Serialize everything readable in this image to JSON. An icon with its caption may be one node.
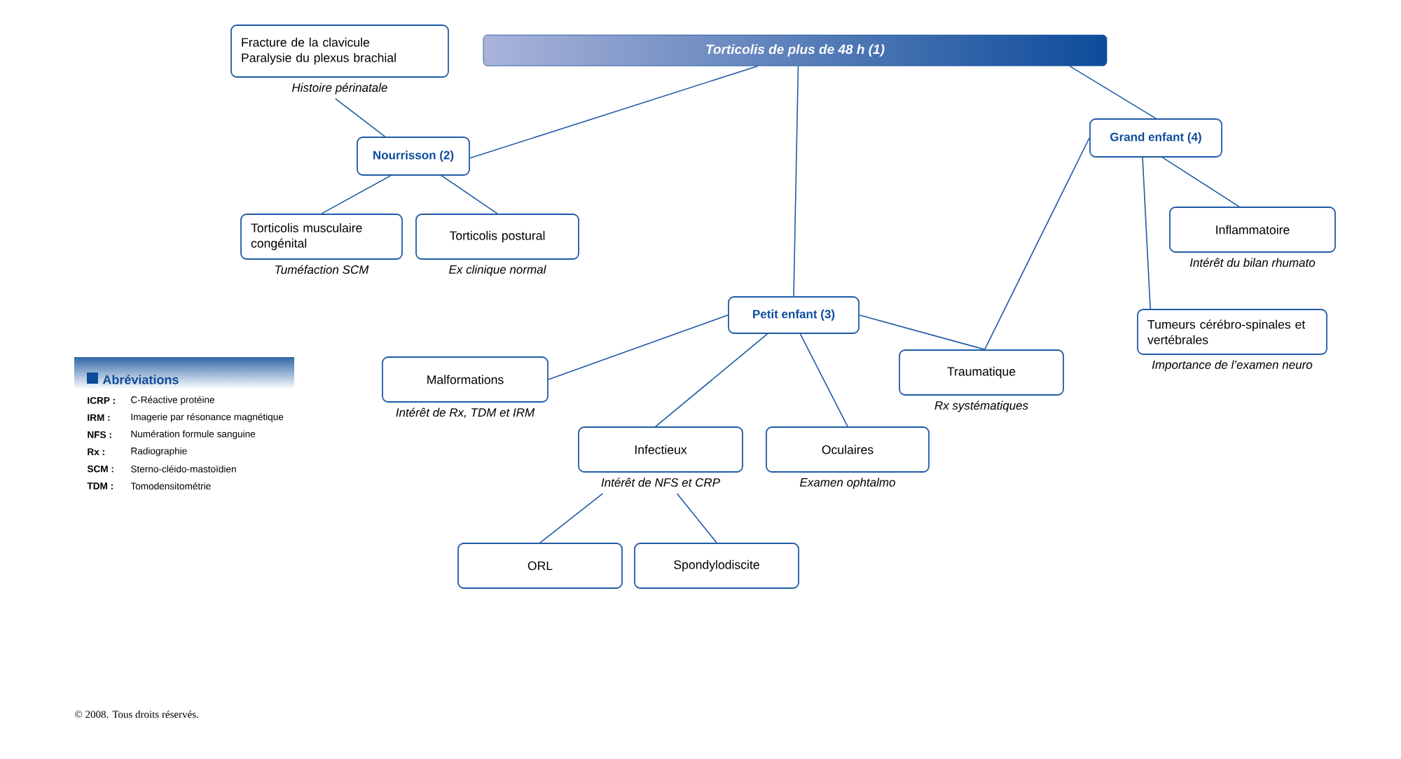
{
  "diagram": {
    "nodes": [
      {
        "text": [
          "Torticolis de plus de 48 h (1)"
        ]
      },
      {
        "text": [
          "Fracture de la clavicule",
          "Paralysie du plexus brachial"
        ],
        "beside": [
          "Histoire périnatale"
        ]
      },
      {
        "text": [
          "Nourrisson (2)"
        ]
      },
      {
        "text": [
          "Grand enfant (4)"
        ]
      },
      {
        "text": [
          "Torticolis musculaire congénital"
        ],
        "beside": [
          "Tuméfaction SCM"
        ]
      },
      {
        "text": [
          "Torticolis postural"
        ],
        "beside": [
          "Ex clinique normal"
        ]
      },
      {
        "text": [
          "Inflammatoire"
        ],
        "beside": [
          "Intérêt du bilan rhumato"
        ]
      },
      {
        "text": [
          "Tumeurs cérébro-spinales et vertébrales"
        ],
        "beside": [
          "Importance de l’examen neuro"
        ]
      },
      {
        "text": [
          "Petit enfant (3)"
        ]
      },
      {
        "text": [
          "Malformations"
        ],
        "beside": [
          "Intérêt de Rx, TDM et IRM"
        ]
      },
      {
        "text": [
          "Traumatique"
        ],
        "beside": [
          "Rx systématiques"
        ]
      },
      {
        "text": [
          "Infectieux"
        ],
        "beside": [
          "Intérêt de NFS et CRP"
        ]
      },
      {
        "text": [
          "Oculaires"
        ],
        "beside": [
          "Examen ophtalmo"
        ]
      },
      {
        "text": [
          "ORL"
        ]
      },
      {
        "text": [
          "Spondylodiscite"
        ]
      }
    ],
    "edges": [
      {
        "from": 0,
        "to": 2,
        "arrow": "none"
      },
      {
        "from": 0,
        "to": 8,
        "arrow": "none"
      },
      {
        "from": 0,
        "to": 3,
        "arrow": "none"
      },
      {
        "from": 2,
        "to": 1,
        "arrow": "none"
      },
      {
        "from": 2,
        "to": 4,
        "arrow": "none"
      },
      {
        "from": 2,
        "to": 5,
        "arrow": "none"
      },
      {
        "from": 3,
        "to": 6,
        "arrow": "none"
      },
      {
        "from": 3,
        "to": 7,
        "arrow": "none"
      },
      {
        "from": 3,
        "to": 10,
        "arrow": "none"
      },
      {
        "from": 8,
        "to": 9,
        "arrow": "none"
      },
      {
        "from": 8,
        "to": 11,
        "arrow": "none"
      },
      {
        "from": 8,
        "to": 12,
        "arrow": "none"
      },
      {
        "from": 8,
        "to": 10,
        "arrow": "none"
      },
      {
        "from": 11,
        "to": 13,
        "arrow": "none"
      },
      {
        "from": 11,
        "to": 14,
        "arrow": "none"
      }
    ],
    "labels": [
      "Abréviations",
      "ICRP :",
      "C-Réactive protéine",
      "IRM :",
      "Imagerie par résonance magnétique",
      "NFS :",
      "Numération formule sanguine",
      "Rx :",
      "Radiographie",
      "SCM :",
      "Sterno-cléido-mastoïdien",
      "TDM :",
      "Tomodensitométrie",
      "© 2008. Tous droits réservés."
    ]
  }
}
